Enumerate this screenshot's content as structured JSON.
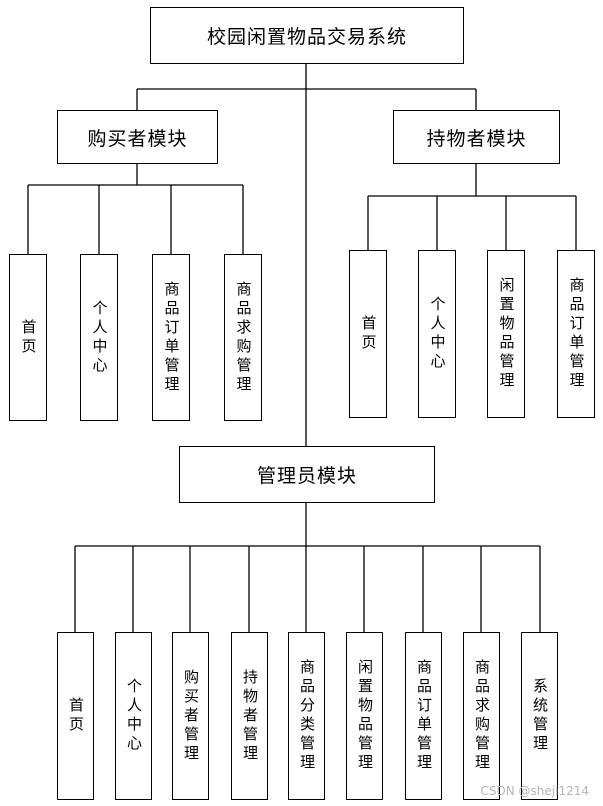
{
  "root": {
    "label": "校园闲置物品交易系统"
  },
  "buyer": {
    "label": "购买者模块",
    "items": [
      "首页",
      "个人中心",
      "商品订单管理",
      "商品求购管理"
    ]
  },
  "holder": {
    "label": "持物者模块",
    "items": [
      "首页",
      "个人中心",
      "闲置物品管理",
      "商品订单管理"
    ]
  },
  "admin": {
    "label": "管理员模块",
    "items": [
      "首页",
      "个人中心",
      "购买者管理",
      "持物者管理",
      "商品分类管理",
      "闲置物品管理",
      "商品订单管理",
      "商品求购管理",
      "系统管理"
    ]
  },
  "watermark": "CSDN @sheji1214"
}
